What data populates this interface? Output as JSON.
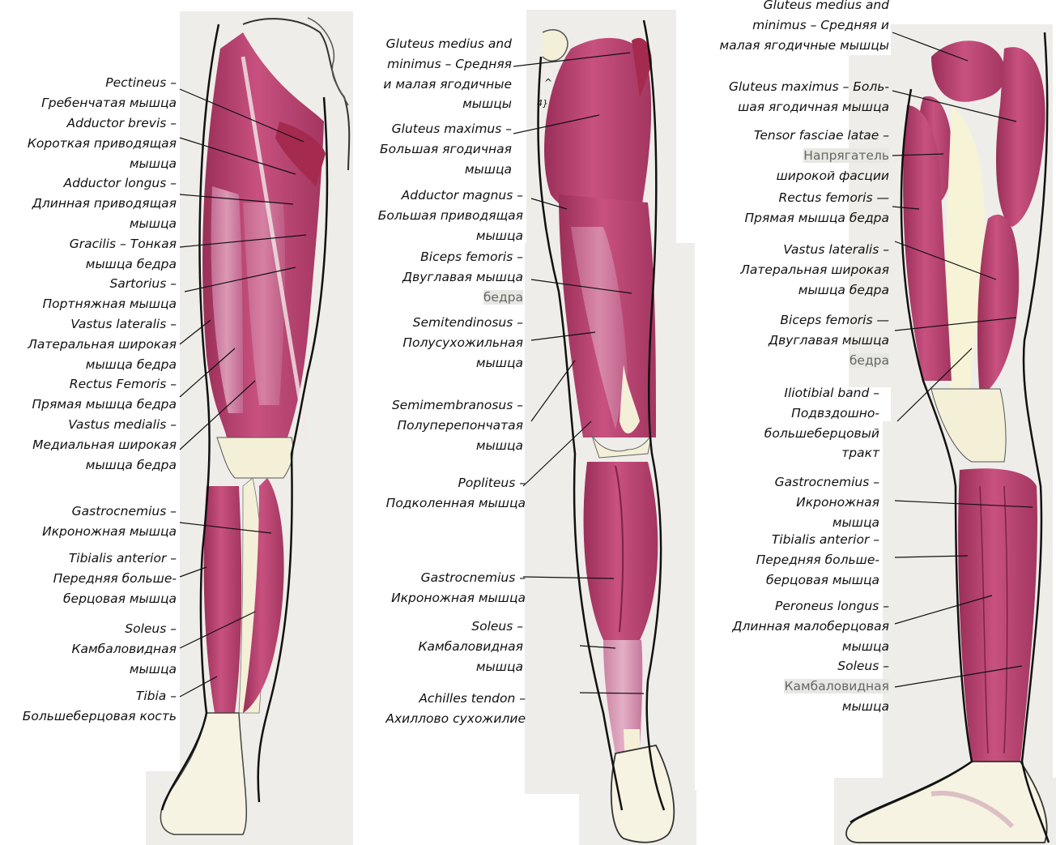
{
  "colors": {
    "muscle": "#b8406e",
    "muscle_light": "#d486a8",
    "muscle_dark": "#8e2a4f",
    "bone": "#f4f0d8",
    "paper": "#eeede9",
    "outline": "#222222",
    "leader": "#111111"
  },
  "panels": {
    "front": {
      "labels": [
        {
          "lines": [
            "Pectineus –",
            "Гребенчатая мышца"
          ]
        },
        {
          "lines": [
            "Adductor brevis –",
            "Короткая приводящая",
            "мышца"
          ]
        },
        {
          "lines": [
            "Adductor longus –",
            "Длинная приводящая",
            "мышца"
          ]
        },
        {
          "lines": [
            "Gracilis – Тонкая",
            "мышца бедра"
          ]
        },
        {
          "lines": [
            "Sartorius –",
            "Портняжная мышца"
          ]
        },
        {
          "lines": [
            "Vastus lateralis –",
            "Латеральная широкая",
            "мышца бедра"
          ]
        },
        {
          "lines": [
            "Rectus Femoris –",
            "Прямая мышца бедра"
          ]
        },
        {
          "lines": [
            "Vastus medialis –",
            "Медиальная широкая",
            "мышца бедра"
          ]
        },
        {
          "lines": [
            "Gastrocnemius –",
            "Икроножная мышца"
          ]
        },
        {
          "lines": [
            "Tibialis anterior –",
            "Передняя больше-",
            "берцовая мышца"
          ]
        },
        {
          "lines": [
            "Soleus –",
            "Камбаловидная",
            "мышца"
          ]
        },
        {
          "lines": [
            "Tibia –",
            "Большеберцовая кость"
          ]
        }
      ]
    },
    "back": {
      "labels": [
        {
          "lines": [
            "Gluteus medius and",
            "minimus – Средняя",
            "и малая ягодичные",
            "мышцы"
          ]
        },
        {
          "lines": [
            "Gluteus maximus –",
            "Большая ягодичная",
            "мышца"
          ]
        },
        {
          "lines": [
            "Adductor magnus –",
            "Большая приводящая",
            "мышца"
          ]
        },
        {
          "lines": [
            "Biceps femoris –",
            "Двуглавая мышца",
            "бедра"
          ]
        },
        {
          "lines": [
            "Semitendinosus –",
            "Полусухожильная",
            "мышца"
          ]
        },
        {
          "lines": [
            "Semimembranosus –",
            "Полуперепончатая",
            "мышца"
          ]
        },
        {
          "lines": [
            "Popliteus –",
            "Подколенная мышца"
          ]
        },
        {
          "lines": [
            "Gastrocnemius –",
            "Икроножная мышца"
          ]
        },
        {
          "lines": [
            "Soleus –",
            "Камбаловидная",
            "мышца"
          ]
        },
        {
          "lines": [
            "Achilles tendon –",
            "Ахиллово сухожилие"
          ]
        }
      ],
      "stray_marks": [
        "^",
        "4}"
      ]
    },
    "side": {
      "labels": [
        {
          "lines": [
            "Gluteus medius and",
            "minimus – Средняя и",
            "малая ягодичные мышцы"
          ]
        },
        {
          "lines": [
            "Gluteus maximus – Боль-",
            "шая ягодичная мышца"
          ]
        },
        {
          "lines": [
            "Tensor fasciae latae –",
            "Напрягатель",
            "широкой фасции"
          ]
        },
        {
          "lines": [
            "Rectus femoris —",
            "Прямая мышца бедра"
          ]
        },
        {
          "lines": [
            "Vastus lateralis –",
            "Латеральная широкая",
            "мышца бедра"
          ]
        },
        {
          "lines": [
            "Biceps femoris —",
            "Двуглавая мышца",
            "бедра"
          ]
        },
        {
          "lines": [
            "Iliotibial band –",
            "Подвздошно-",
            "большеберцовый",
            "тракт"
          ]
        },
        {
          "lines": [
            "Gastrocnemius –",
            "Икроножная",
            "мышца"
          ]
        },
        {
          "lines": [
            "Tibialis anterior –",
            "Передняя больше-",
            "берцовая мышца"
          ]
        },
        {
          "lines": [
            "Peroneus longus –",
            "Длинная малоберцовая",
            "мышца"
          ]
        },
        {
          "lines": [
            "Soleus –",
            "Камбаловидная",
            "мышца"
          ]
        }
      ]
    }
  }
}
